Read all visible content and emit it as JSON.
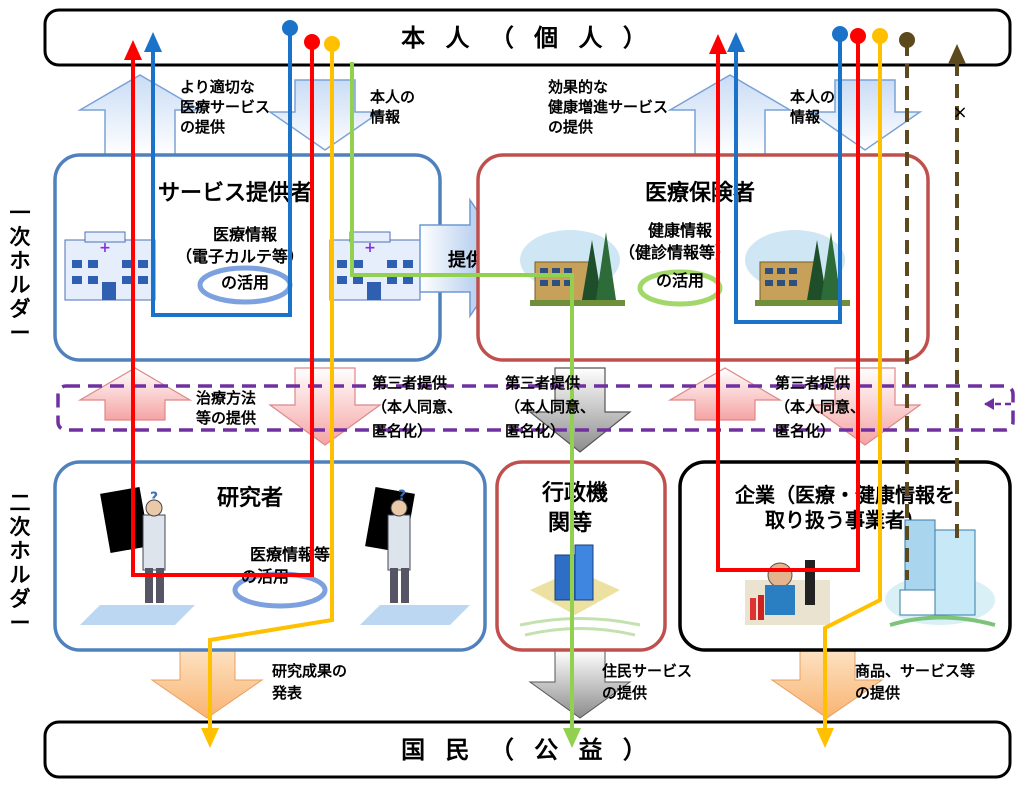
{
  "top_bar": {
    "label": "本 人 （ 個 人 ）"
  },
  "bottom_bar": {
    "label": "国 民 （ 公 益 ）"
  },
  "side_labels": {
    "primary": [
      "一",
      "次",
      "ホ",
      "ル",
      "ダ",
      "ー"
    ],
    "secondary": [
      "二",
      "次",
      "ホ",
      "ル",
      "ダ",
      "ー"
    ]
  },
  "service_provider": {
    "title": "サービス提供者",
    "activity": [
      "医療情報",
      "（電子カルテ等）",
      "の活用"
    ],
    "up_arrow_text": [
      "より適切な",
      "医療サービス",
      "の提供"
    ],
    "down_arrow_text": [
      "本人の",
      "情報"
    ]
  },
  "provide_arrow": {
    "label": "提供"
  },
  "insurer": {
    "title": "医療保険者",
    "activity": [
      "健康情報",
      "（健診情報等）",
      "の活用"
    ],
    "up_arrow_text": [
      "効果的な",
      "健康増進サービス",
      "の提供"
    ],
    "down_arrow_text": [
      "本人の",
      "情報"
    ]
  },
  "middle_band": {
    "treatment_text": [
      "治療方法",
      "等の提供"
    ],
    "third_party_1": [
      "第三者提供",
      "（本人同意、",
      "匿名化）"
    ],
    "third_party_2": [
      "第三者提供",
      "（本人同意、",
      "匿名化）"
    ],
    "third_party_3": [
      "第三者提供",
      "（本人同意、",
      "匿名化）"
    ]
  },
  "researcher": {
    "title": "研究者",
    "activity": [
      "医療情報等",
      "の活用"
    ],
    "output_text": [
      "研究成果の",
      "発表"
    ]
  },
  "government": {
    "title": [
      "行政機",
      "関等"
    ],
    "output_text": [
      "住民サービス",
      "の提供"
    ]
  },
  "company": {
    "title": [
      "企業（医療・健康情報を",
      "取り扱う事業者）"
    ],
    "output_text": [
      "商品、サービス等",
      "の提供"
    ]
  },
  "cross_mark": "×",
  "colors": {
    "red": "#ff0000",
    "blue": "#1a73c8",
    "orange": "#ffc000",
    "green": "#92d050",
    "brown": "#5c4a1e",
    "purple": "#7030a0",
    "provider_border": "#4f81bd",
    "insurer_border": "#c0504d"
  }
}
